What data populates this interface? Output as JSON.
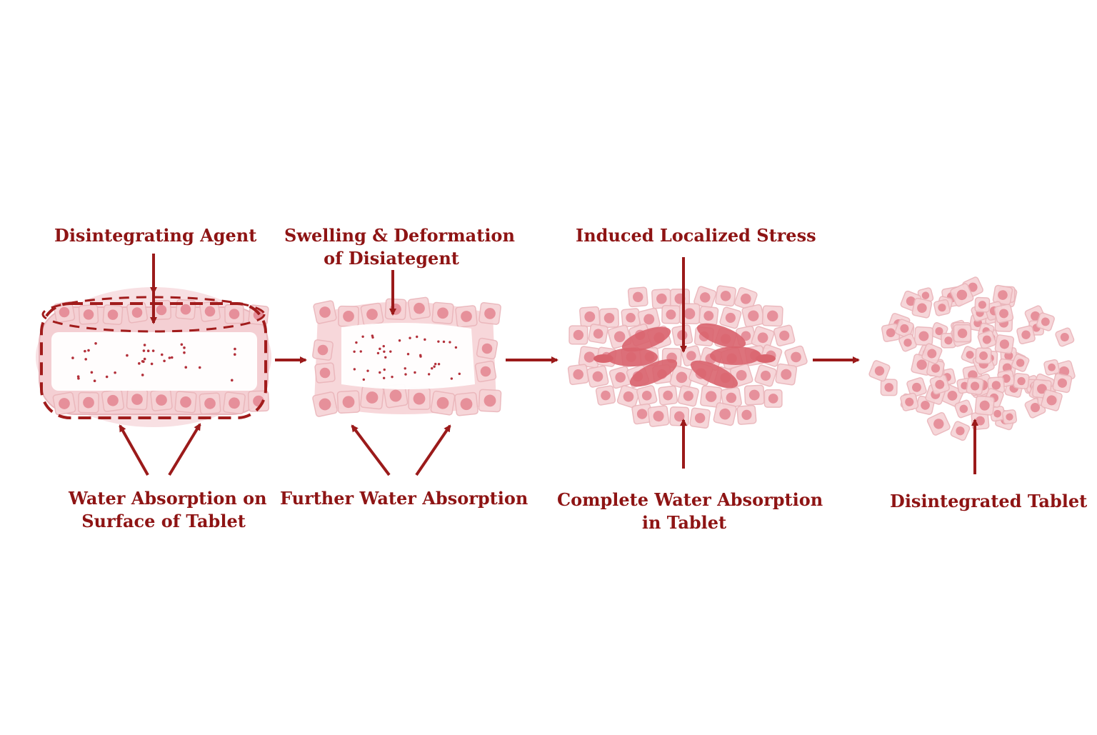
{
  "labels": {
    "disintegrating_agent": "Disintegrating Agent",
    "swelling_line1": "Swelling & Deformation",
    "swelling_line2": "of Disiategent",
    "induced_stress": "Induced Localized Stress",
    "water_surface_line1": "Water Absorption on",
    "water_surface_line2": "Surface of Tablet",
    "further_water": "Further Water Absorption",
    "complete_water_line1": "Complete Water Absorption",
    "complete_water_line2": "in Tablet",
    "disintegrated": "Disintegrated Tablet"
  },
  "colors": {
    "text": "#8e1414",
    "arrow": "#9b1a1a",
    "cell_fill": "#f6d3d6",
    "cell_edge": "#eab5ba",
    "nucleus": "#e3848f",
    "stress": "#d9646e"
  }
}
